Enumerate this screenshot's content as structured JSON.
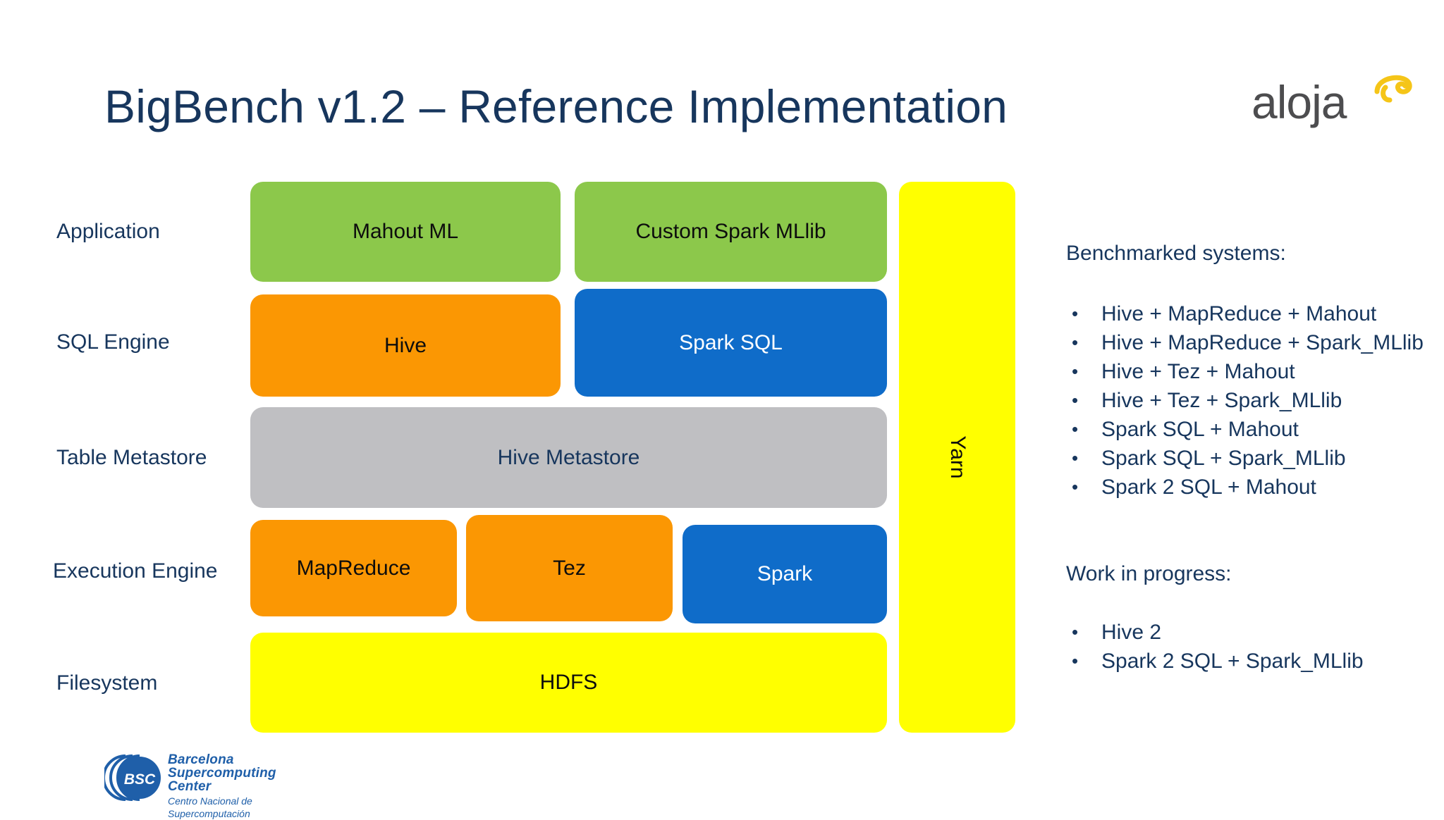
{
  "slide": {
    "title": "BigBench v1.2 –  Reference Implementation",
    "title_color": "#17365D",
    "background": "#FFFFFF"
  },
  "logo": {
    "wordmark": "aloja",
    "wordmark_color": "#4D4D4F",
    "swirl_color": "#F5C518",
    "swirl_icon": "aloja-swirl-icon"
  },
  "layer_labels": [
    "Application",
    "SQL Engine",
    "Table Metastore",
    "Execution Engine",
    "Filesystem"
  ],
  "stack": {
    "application": [
      {
        "label": "Mahout ML",
        "color": "#8CC84B",
        "text_color": "#0d0d0d"
      },
      {
        "label": "Custom Spark MLlib",
        "color": "#8CC84B",
        "text_color": "#0d0d0d"
      }
    ],
    "sql_engine": [
      {
        "label": "Hive",
        "color": "#FB9703",
        "text_color": "#0d0d0d"
      },
      {
        "label": "Spark SQL",
        "color": "#0F6CC9",
        "text_color": "#FFFFFF"
      }
    ],
    "table_metastore": [
      {
        "label": "Hive Metastore",
        "color": "#BFBFC2",
        "text_color": "#17365D"
      }
    ],
    "execution_engine": [
      {
        "label": "MapReduce",
        "color": "#FB9703",
        "text_color": "#0d0d0d"
      },
      {
        "label": "Tez",
        "color": "#FB9703",
        "text_color": "#0d0d0d"
      },
      {
        "label": "Spark",
        "color": "#0F6CC9",
        "text_color": "#FFFFFF"
      }
    ],
    "filesystem": [
      {
        "label": "HDFS",
        "color": "#FFFF00",
        "text_color": "#0d0d0d"
      }
    ],
    "resource_manager": {
      "label": "Yarn",
      "color": "#FFFF00",
      "text_color": "#0d0d0d"
    }
  },
  "notes": {
    "benchmarked_heading": "Benchmarked systems:",
    "benchmarked_items": [
      "Hive + MapReduce + Mahout",
      "Hive + MapReduce + Spark_MLlib",
      "Hive + Tez + Mahout",
      "Hive + Tez + Spark_MLlib",
      "Spark SQL + Mahout",
      "Spark SQL + Spark_MLlib",
      "Spark 2 SQL + Mahout"
    ],
    "wip_heading": "Work in progress:",
    "wip_items": [
      "Hive 2",
      "Spark 2 SQL + Spark_MLlib"
    ]
  },
  "bsc_logo": {
    "badge": "BSC",
    "line1": "Barcelona",
    "line2": "Supercomputing",
    "line3": "Center",
    "line4": "Centro Nacional de Supercomputación",
    "color": "#1F5FA9"
  }
}
